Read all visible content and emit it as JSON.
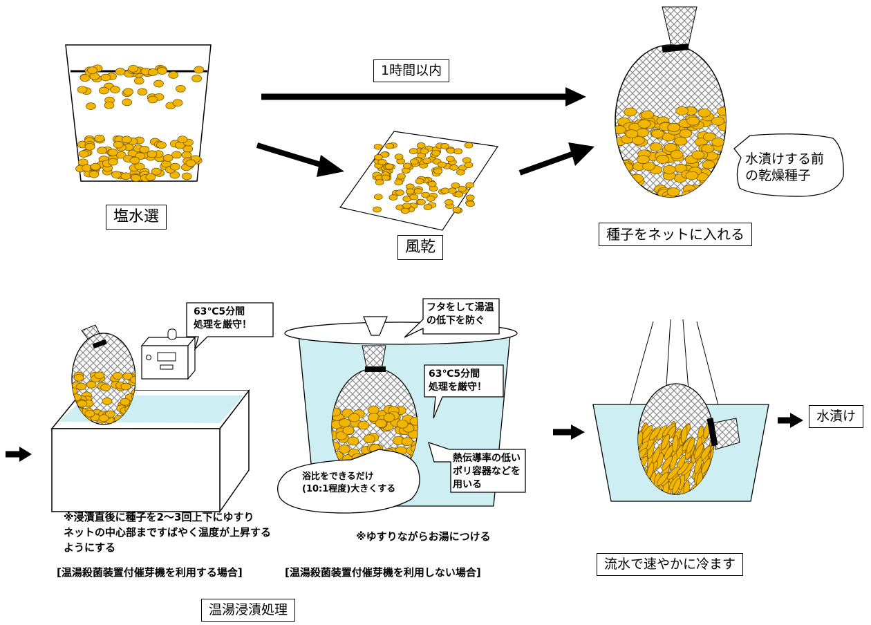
{
  "labels": {
    "salt_water": "塩水選",
    "air_dry": "風乾",
    "put_in_net": "種子をネットに入れる",
    "within_hour": "1時間以内",
    "dry_seed_line1": "水漬けする前",
    "dry_seed_line2": "の乾燥種子",
    "temp_a_line1": "63℃5分間",
    "temp_a_line2": "処理を厳守！",
    "lid_line1": "フタをして湯温",
    "lid_line2": "の低下を防ぐ",
    "temp_b_line1": "63℃5分間",
    "temp_b_line2": "処理を厳守！",
    "poly_line1": "熱伝導率の低い",
    "poly_line2": "ポリ容器などを",
    "poly_line3": "用いる",
    "ratio_line1": "浴比をできるだけ",
    "ratio_line2": "(10:1程度)大きくする",
    "note_a_line1": "※浸漬直後に種子を2～3回上下にゆすり",
    "note_a_line2": "ネットの中心部まですばやく温度が上昇する",
    "note_a_line3": "ようにする",
    "case_a": "[温湯殺菌装置付催芽機を利用する場合]",
    "note_b": "※ゆすりながらお湯につける",
    "case_b": "[温湯殺菌装置付催芽機を利用しない場合]",
    "cool": "流水で速やかに冷ます",
    "soak": "水漬け",
    "main_title": "温湯浸漬処理"
  },
  "colors": {
    "seed": "#f2b500",
    "seed_edge": "#6b4a00",
    "water": "#cdeef2",
    "net_line": "#8a8a8a",
    "ink": "#000000"
  }
}
